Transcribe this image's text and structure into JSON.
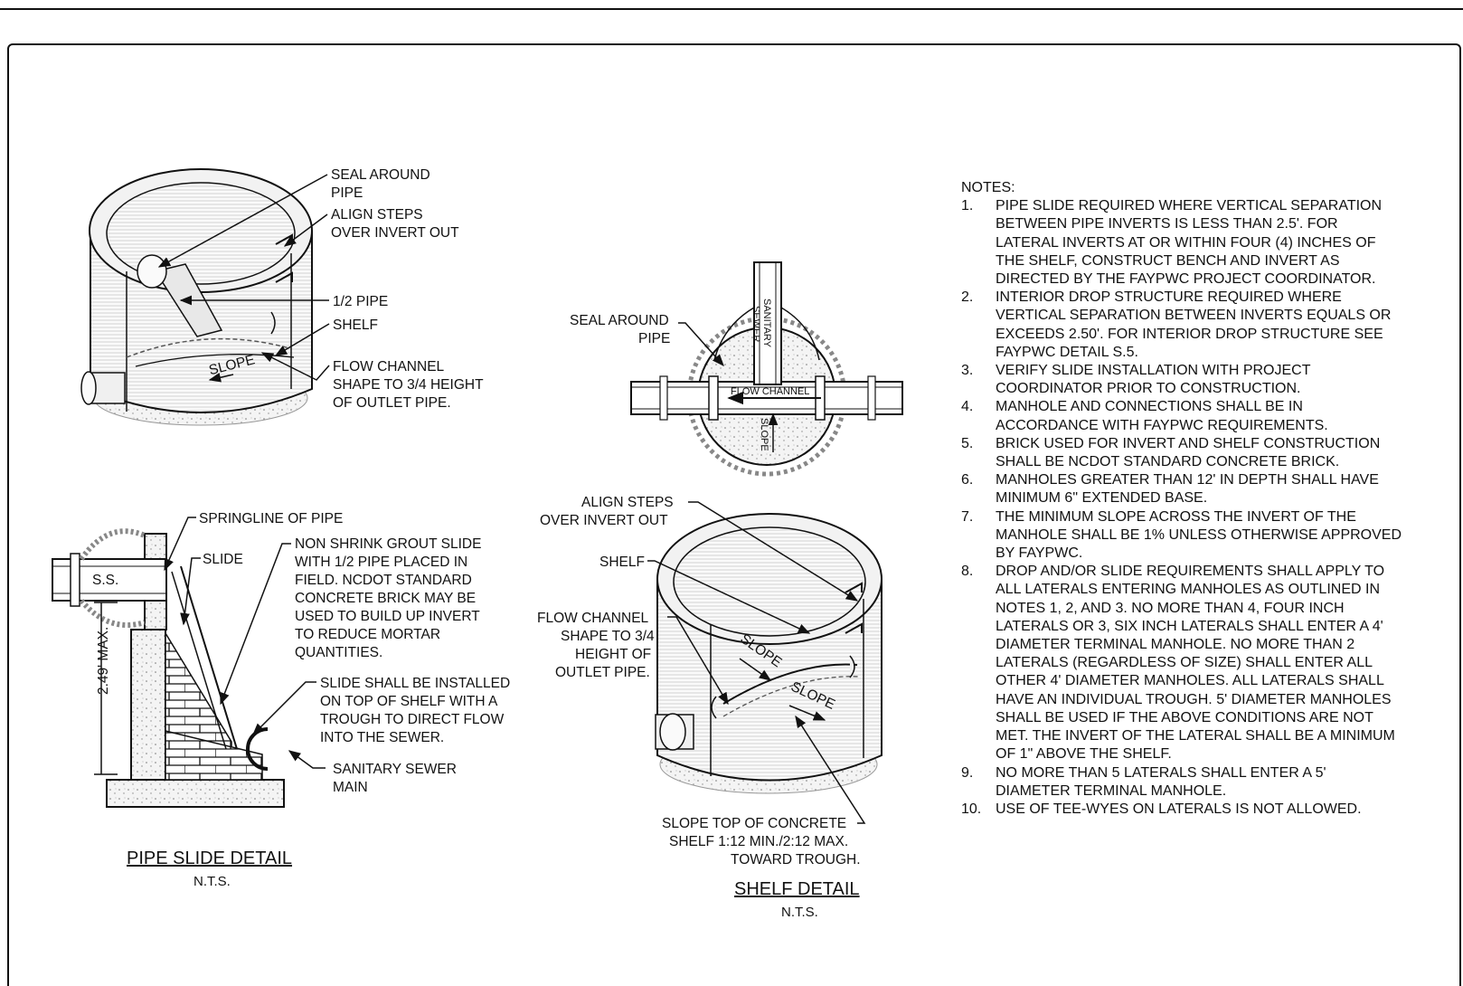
{
  "pipe_slide_3d": {
    "seal_around_pipe_1": "SEAL AROUND",
    "seal_around_pipe_2": "PIPE",
    "align_steps_1": "ALIGN STEPS",
    "align_steps_2": "OVER INVERT OUT",
    "half_pipe": "1/2 PIPE",
    "shelf": "SHELF",
    "flow_channel_1": "FLOW CHANNEL",
    "flow_channel_2": "SHAPE TO 3/4 HEIGHT",
    "flow_channel_3": "OF OUTLET PIPE.",
    "slope": "SLOPE"
  },
  "pipe_slide_section": {
    "springline": "SPRINGLINE OF PIPE",
    "slide": "SLIDE",
    "ss": "S.S.",
    "max_height": "2.49' MAX.",
    "grout_1": "NON SHRINK GROUT SLIDE",
    "grout_2": "WITH  1/2 PIPE PLACED IN",
    "grout_3": "FIELD.  NCDOT STANDARD",
    "grout_4": "CONCRETE BRICK MAY BE",
    "grout_5": "USED TO BUILD UP INVERT",
    "grout_6": "TO  REDUCE MORTAR",
    "grout_7": "QUANTITIES.",
    "install_1": "SLIDE SHALL BE INSTALLED",
    "install_2": "ON TOP OF SHELF WITH A",
    "install_3": "TROUGH TO DIRECT FLOW",
    "install_4": "INTO THE SEWER.",
    "sewer_main_1": "SANITARY SEWER",
    "sewer_main_2": "MAIN",
    "title": "PIPE SLIDE DETAIL",
    "scale": "N.T.S."
  },
  "plan_view": {
    "seal_1": "SEAL AROUND",
    "seal_2": "PIPE",
    "sanitary": "SANITARY",
    "sewer": "SEWER",
    "flow_channel": "FLOW CHANNEL",
    "slope": "SLOPE"
  },
  "shelf_detail": {
    "align_1": "ALIGN STEPS",
    "align_2": "OVER INVERT OUT",
    "shelf": "SHELF",
    "flow_1": "FLOW CHANNEL",
    "flow_2": "SHAPE  TO 3/4",
    "flow_3": "HEIGHT OF",
    "flow_4": "OUTLET PIPE.",
    "slope_1": "SLOPE",
    "slope_2": "SLOPE",
    "top_1": "SLOPE TOP OF CONCRETE",
    "top_2": "SHELF 1:12 MIN./2:12 MAX.",
    "top_3": "TOWARD TROUGH.",
    "title": "SHELF DETAIL",
    "scale": "N.T.S."
  },
  "notes": {
    "heading": "NOTES:",
    "items": [
      {
        "num": "1.",
        "lines": [
          "PIPE SLIDE REQUIRED WHERE VERTICAL SEPARATION",
          "BETWEEN PIPE INVERTS IS LESS THAN 2.5'.  FOR",
          "LATERAL INVERTS AT OR WITHIN FOUR (4) INCHES OF",
          "THE SHELF, CONSTRUCT BENCH AND INVERT AS",
          "DIRECTED BY THE FAYPWC PROJECT COORDINATOR."
        ]
      },
      {
        "num": "2.",
        "lines": [
          "INTERIOR DROP STRUCTURE REQUIRED WHERE",
          "VERTICAL SEPARATION BETWEEN INVERTS EQUALS OR",
          "EXCEEDS 2.50'.  FOR INTERIOR DROP STRUCTURE SEE",
          "FAYPWC DETAIL S.5."
        ]
      },
      {
        "num": "3.",
        "lines": [
          "VERIFY SLIDE INSTALLATION WITH PROJECT",
          "COORDINATOR PRIOR TO CONSTRUCTION."
        ]
      },
      {
        "num": "4.",
        "lines": [
          "MANHOLE AND CONNECTIONS SHALL BE IN",
          "ACCORDANCE WITH FAYPWC REQUIREMENTS."
        ]
      },
      {
        "num": "5.",
        "lines": [
          "BRICK USED FOR INVERT AND SHELF CONSTRUCTION",
          "SHALL BE NCDOT STANDARD CONCRETE BRICK."
        ]
      },
      {
        "num": "6.",
        "lines": [
          "MANHOLES GREATER THAN 12' IN DEPTH SHALL HAVE",
          "MINIMUM 6\" EXTENDED BASE."
        ]
      },
      {
        "num": "7.",
        "lines": [
          "THE MINIMUM SLOPE ACROSS THE INVERT OF THE",
          "MANHOLE SHALL BE 1% UNLESS OTHERWISE APPROVED",
          "BY FAYPWC."
        ]
      },
      {
        "num": "8.",
        "lines": [
          "DROP AND/OR SLIDE REQUIREMENTS SHALL APPLY TO",
          "ALL LATERALS ENTERING MANHOLES AS OUTLINED IN",
          "NOTES 1, 2, AND 3.  NO MORE THAN 4, FOUR INCH",
          "LATERALS OR 3, SIX INCH LATERALS SHALL ENTER A 4'",
          "DIAMETER TERMINAL MANHOLE.  NO MORE THAN 2",
          "LATERALS (REGARDLESS OF SIZE) SHALL ENTER ALL",
          "OTHER 4' DIAMETER MANHOLES.  ALL LATERALS SHALL",
          "HAVE AN INDIVIDUAL TROUGH.  5' DIAMETER MANHOLES",
          "SHALL BE USED IF THE ABOVE CONDITIONS ARE NOT",
          "MET.  THE INVERT OF THE LATERAL SHALL BE A MINIMUM",
          "OF 1\" ABOVE THE SHELF."
        ]
      },
      {
        "num": "9.",
        "lines": [
          "NO MORE THAN 5 LATERALS SHALL ENTER A 5'",
          "DIAMETER TERMINAL MANHOLE."
        ]
      },
      {
        "num": "10.",
        "lines": [
          "USE OF TEE-WYES ON LATERALS IS NOT ALLOWED."
        ]
      }
    ]
  }
}
